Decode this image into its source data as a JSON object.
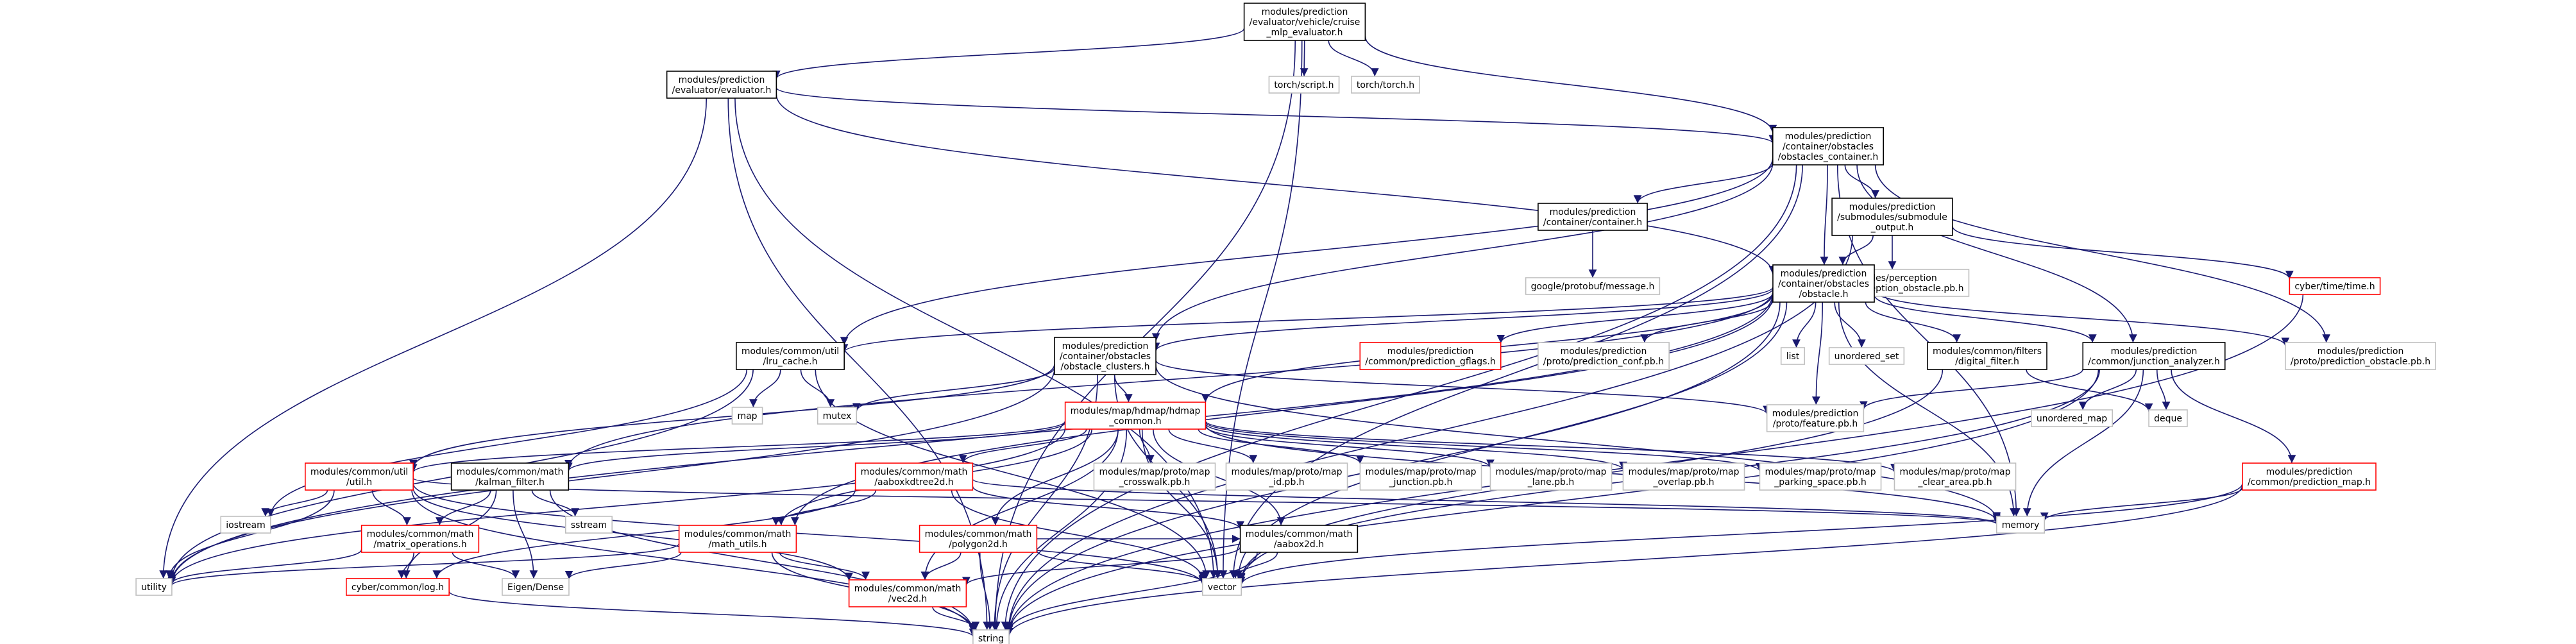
{
  "colors": {
    "edge": "#191970",
    "border_black": "#000000",
    "border_red": "#ff0000",
    "border_gray": "#bfbfbf",
    "root_fill": "#bfbfbf",
    "text": "#000000"
  },
  "graph": {
    "nodes": [
      {
        "id": "root",
        "lines": [
          "modules/prediction",
          "/evaluator/vehicle/cruise",
          "_mlp_evaluator.h"
        ],
        "border": "black",
        "root": true
      },
      {
        "id": "evaluator",
        "lines": [
          "modules/prediction",
          "/evaluator/evaluator.h"
        ],
        "border": "black"
      },
      {
        "id": "torch_script",
        "lines": [
          "torch/script.h"
        ],
        "border": "gray"
      },
      {
        "id": "torch_torch",
        "lines": [
          "torch/torch.h"
        ],
        "border": "gray"
      },
      {
        "id": "obstacles_container",
        "lines": [
          "modules/prediction",
          "/container/obstacles",
          "/obstacles_container.h"
        ],
        "border": "black"
      },
      {
        "id": "container",
        "lines": [
          "modules/prediction",
          "/container/container.h"
        ],
        "border": "black"
      },
      {
        "id": "submodule_output",
        "lines": [
          "modules/prediction",
          "/submodules/submodule",
          "_output.h"
        ],
        "border": "black"
      },
      {
        "id": "protobuf_message",
        "lines": [
          "google/protobuf/message.h"
        ],
        "border": "gray"
      },
      {
        "id": "perception_obstacle_pb",
        "lines": [
          "modules/perception",
          "/proto/perception_obstacle.pb.h"
        ],
        "border": "gray"
      },
      {
        "id": "cyber_time",
        "lines": [
          "cyber/time/time.h"
        ],
        "border": "red"
      },
      {
        "id": "obstacle",
        "lines": [
          "modules/prediction",
          "/container/obstacles",
          "/obstacle.h"
        ],
        "border": "black"
      },
      {
        "id": "lru_cache",
        "lines": [
          "modules/common/util",
          "/lru_cache.h"
        ],
        "border": "black"
      },
      {
        "id": "obstacle_clusters",
        "lines": [
          "modules/prediction",
          "/container/obstacles",
          "/obstacle_clusters.h"
        ],
        "border": "black"
      },
      {
        "id": "prediction_gflags",
        "lines": [
          "modules/prediction",
          "/common/prediction_gflags.h"
        ],
        "border": "red"
      },
      {
        "id": "prediction_conf_pb",
        "lines": [
          "modules/prediction",
          "/proto/prediction_conf.pb.h"
        ],
        "border": "gray"
      },
      {
        "id": "list",
        "lines": [
          "list"
        ],
        "border": "gray"
      },
      {
        "id": "unordered_set",
        "lines": [
          "unordered_set"
        ],
        "border": "gray"
      },
      {
        "id": "digital_filter",
        "lines": [
          "modules/common/filters",
          "/digital_filter.h"
        ],
        "border": "black"
      },
      {
        "id": "junction_analyzer",
        "lines": [
          "modules/prediction",
          "/common/junction_analyzer.h"
        ],
        "border": "black"
      },
      {
        "id": "prediction_obstacle_pb",
        "lines": [
          "modules/prediction",
          "/proto/prediction_obstacle.pb.h"
        ],
        "border": "gray"
      },
      {
        "id": "map",
        "lines": [
          "map"
        ],
        "border": "gray"
      },
      {
        "id": "mutex",
        "lines": [
          "mutex"
        ],
        "border": "gray"
      },
      {
        "id": "hdmap_common",
        "lines": [
          "modules/map/hdmap/hdmap",
          "_common.h"
        ],
        "border": "red"
      },
      {
        "id": "feature_pb",
        "lines": [
          "modules/prediction",
          "/proto/feature.pb.h"
        ],
        "border": "gray"
      },
      {
        "id": "unordered_map",
        "lines": [
          "unordered_map"
        ],
        "border": "gray"
      },
      {
        "id": "deque",
        "lines": [
          "deque"
        ],
        "border": "gray"
      },
      {
        "id": "util_h",
        "lines": [
          "modules/common/util",
          "/util.h"
        ],
        "border": "red"
      },
      {
        "id": "kalman_filter",
        "lines": [
          "modules/common/math",
          "/kalman_filter.h"
        ],
        "border": "black"
      },
      {
        "id": "aaboxkdtree2d",
        "lines": [
          "modules/common/math",
          "/aaboxkdtree2d.h"
        ],
        "border": "red"
      },
      {
        "id": "crosswalk_pb",
        "lines": [
          "modules/map/proto/map",
          "_crosswalk.pb.h"
        ],
        "border": "gray"
      },
      {
        "id": "map_id_pb",
        "lines": [
          "modules/map/proto/map",
          "_id.pb.h"
        ],
        "border": "gray"
      },
      {
        "id": "junction_pb",
        "lines": [
          "modules/map/proto/map",
          "_junction.pb.h"
        ],
        "border": "gray"
      },
      {
        "id": "lane_pb",
        "lines": [
          "modules/map/proto/map",
          "_lane.pb.h"
        ],
        "border": "gray"
      },
      {
        "id": "overlap_pb",
        "lines": [
          "modules/map/proto/map",
          "_overlap.pb.h"
        ],
        "border": "gray"
      },
      {
        "id": "parking_space_pb",
        "lines": [
          "modules/map/proto/map",
          "_parking_space.pb.h"
        ],
        "border": "gray"
      },
      {
        "id": "clear_area_pb",
        "lines": [
          "modules/map/proto/map",
          "_clear_area.pb.h"
        ],
        "border": "gray"
      },
      {
        "id": "prediction_map",
        "lines": [
          "modules/prediction",
          "/common/prediction_map.h"
        ],
        "border": "red"
      },
      {
        "id": "iostream",
        "lines": [
          "iostream"
        ],
        "border": "gray"
      },
      {
        "id": "sstream",
        "lines": [
          "sstream"
        ],
        "border": "gray"
      },
      {
        "id": "matrix_operations",
        "lines": [
          "modules/common/math",
          "/matrix_operations.h"
        ],
        "border": "red"
      },
      {
        "id": "math_utils",
        "lines": [
          "modules/common/math",
          "/math_utils.h"
        ],
        "border": "red"
      },
      {
        "id": "polygon2d",
        "lines": [
          "modules/common/math",
          "/polygon2d.h"
        ],
        "border": "red"
      },
      {
        "id": "aabox2d",
        "lines": [
          "modules/common/math",
          "/aabox2d.h"
        ],
        "border": "black"
      },
      {
        "id": "memory",
        "lines": [
          "memory"
        ],
        "border": "gray"
      },
      {
        "id": "utility",
        "lines": [
          "utility"
        ],
        "border": "gray"
      },
      {
        "id": "cyber_log",
        "lines": [
          "cyber/common/log.h"
        ],
        "border": "red"
      },
      {
        "id": "eigen_dense",
        "lines": [
          "Eigen/Dense"
        ],
        "border": "gray"
      },
      {
        "id": "vec2d",
        "lines": [
          "modules/common/math",
          "/vec2d.h"
        ],
        "border": "red"
      },
      {
        "id": "vector",
        "lines": [
          "vector"
        ],
        "border": "gray"
      },
      {
        "id": "string",
        "lines": [
          "string"
        ],
        "border": "gray"
      }
    ],
    "edges": [
      [
        "root",
        "evaluator"
      ],
      [
        "root",
        "torch_script"
      ],
      [
        "root",
        "torch_torch"
      ],
      [
        "root",
        "obstacles_container"
      ],
      [
        "root",
        "vector"
      ],
      [
        "root",
        "string"
      ],
      [
        "evaluator",
        "obstacles_container"
      ],
      [
        "evaluator",
        "obstacle"
      ],
      [
        "evaluator",
        "utility"
      ],
      [
        "evaluator",
        "string"
      ],
      [
        "evaluator",
        "vector"
      ],
      [
        "obstacles_container",
        "container"
      ],
      [
        "obstacles_container",
        "submodule_output"
      ],
      [
        "obstacles_container",
        "obstacle"
      ],
      [
        "obstacles_container",
        "lru_cache"
      ],
      [
        "obstacles_container",
        "junction_analyzer"
      ],
      [
        "obstacles_container",
        "prediction_obstacle_pb"
      ],
      [
        "obstacles_container",
        "obstacle_clusters"
      ],
      [
        "obstacles_container",
        "memory"
      ],
      [
        "obstacles_container",
        "vector"
      ],
      [
        "obstacles_container",
        "string"
      ],
      [
        "container",
        "protobuf_message"
      ],
      [
        "submodule_output",
        "obstacle"
      ],
      [
        "submodule_output",
        "perception_obstacle_pb"
      ],
      [
        "submodule_output",
        "cyber_time"
      ],
      [
        "submodule_output",
        "string"
      ],
      [
        "cyber_time",
        "string"
      ],
      [
        "obstacle",
        "lru_cache"
      ],
      [
        "obstacle",
        "obstacle_clusters"
      ],
      [
        "obstacle",
        "prediction_gflags"
      ],
      [
        "obstacle",
        "prediction_conf_pb"
      ],
      [
        "obstacle",
        "list"
      ],
      [
        "obstacle",
        "unordered_set"
      ],
      [
        "obstacle",
        "digital_filter"
      ],
      [
        "obstacle",
        "junction_analyzer"
      ],
      [
        "obstacle",
        "prediction_obstacle_pb"
      ],
      [
        "obstacle",
        "hdmap_common"
      ],
      [
        "obstacle",
        "feature_pb"
      ],
      [
        "obstacle",
        "kalman_filter"
      ],
      [
        "obstacle",
        "memory"
      ],
      [
        "obstacle",
        "vector"
      ],
      [
        "obstacle",
        "string"
      ],
      [
        "obstacle",
        "utility"
      ],
      [
        "obstacle",
        "math_utils"
      ],
      [
        "lru_cache",
        "map"
      ],
      [
        "lru_cache",
        "mutex"
      ],
      [
        "lru_cache",
        "utility"
      ],
      [
        "lru_cache",
        "iostream"
      ],
      [
        "lru_cache",
        "vector"
      ],
      [
        "obstacle_clusters",
        "mutex"
      ],
      [
        "obstacle_clusters",
        "hdmap_common"
      ],
      [
        "obstacle_clusters",
        "feature_pb"
      ],
      [
        "obstacle_clusters",
        "memory"
      ],
      [
        "obstacle_clusters",
        "vector"
      ],
      [
        "obstacle_clusters",
        "string"
      ],
      [
        "obstacle_clusters",
        "utility"
      ],
      [
        "obstacle_clusters",
        "util_h"
      ],
      [
        "digital_filter",
        "deque"
      ],
      [
        "digital_filter",
        "vector"
      ],
      [
        "junction_analyzer",
        "feature_pb"
      ],
      [
        "junction_analyzer",
        "unordered_map"
      ],
      [
        "junction_analyzer",
        "deque"
      ],
      [
        "junction_analyzer",
        "prediction_map"
      ],
      [
        "junction_analyzer",
        "memory"
      ],
      [
        "junction_analyzer",
        "vector"
      ],
      [
        "junction_analyzer",
        "string"
      ],
      [
        "hdmap_common",
        "util_h"
      ],
      [
        "hdmap_common",
        "kalman_filter"
      ],
      [
        "hdmap_common",
        "aaboxkdtree2d"
      ],
      [
        "hdmap_common",
        "crosswalk_pb"
      ],
      [
        "hdmap_common",
        "map_id_pb"
      ],
      [
        "hdmap_common",
        "junction_pb"
      ],
      [
        "hdmap_common",
        "lane_pb"
      ],
      [
        "hdmap_common",
        "overlap_pb"
      ],
      [
        "hdmap_common",
        "parking_space_pb"
      ],
      [
        "hdmap_common",
        "clear_area_pb"
      ],
      [
        "hdmap_common",
        "math_utils"
      ],
      [
        "hdmap_common",
        "polygon2d"
      ],
      [
        "hdmap_common",
        "aabox2d"
      ],
      [
        "hdmap_common",
        "memory"
      ],
      [
        "hdmap_common",
        "vector"
      ],
      [
        "hdmap_common",
        "string"
      ],
      [
        "hdmap_common",
        "utility"
      ],
      [
        "hdmap_common",
        "vec2d"
      ],
      [
        "prediction_map",
        "memory"
      ],
      [
        "prediction_map",
        "vector"
      ],
      [
        "prediction_map",
        "string"
      ],
      [
        "util_h",
        "iostream"
      ],
      [
        "util_h",
        "matrix_operations"
      ],
      [
        "util_h",
        "utility"
      ],
      [
        "util_h",
        "string"
      ],
      [
        "util_h",
        "vector"
      ],
      [
        "util_h",
        "vec2d"
      ],
      [
        "util_h",
        "memory"
      ],
      [
        "kalman_filter",
        "sstream"
      ],
      [
        "kalman_filter",
        "eigen_dense"
      ],
      [
        "kalman_filter",
        "matrix_operations"
      ],
      [
        "kalman_filter",
        "cyber_log"
      ],
      [
        "kalman_filter",
        "string"
      ],
      [
        "aaboxkdtree2d",
        "aabox2d"
      ],
      [
        "aaboxkdtree2d",
        "math_utils"
      ],
      [
        "aaboxkdtree2d",
        "cyber_log"
      ],
      [
        "aaboxkdtree2d",
        "vector"
      ],
      [
        "aaboxkdtree2d",
        "memory"
      ],
      [
        "matrix_operations",
        "eigen_dense"
      ],
      [
        "matrix_operations",
        "cyber_log"
      ],
      [
        "matrix_operations",
        "utility"
      ],
      [
        "math_utils",
        "eigen_dense"
      ],
      [
        "math_utils",
        "vec2d"
      ],
      [
        "math_utils",
        "utility"
      ],
      [
        "math_utils",
        "string"
      ],
      [
        "polygon2d",
        "aabox2d"
      ],
      [
        "polygon2d",
        "vec2d"
      ],
      [
        "polygon2d",
        "vector"
      ],
      [
        "polygon2d",
        "string"
      ],
      [
        "aabox2d",
        "vec2d"
      ],
      [
        "aabox2d",
        "vector"
      ],
      [
        "aabox2d",
        "string"
      ],
      [
        "cyber_log",
        "string"
      ],
      [
        "vec2d",
        "string"
      ]
    ]
  }
}
